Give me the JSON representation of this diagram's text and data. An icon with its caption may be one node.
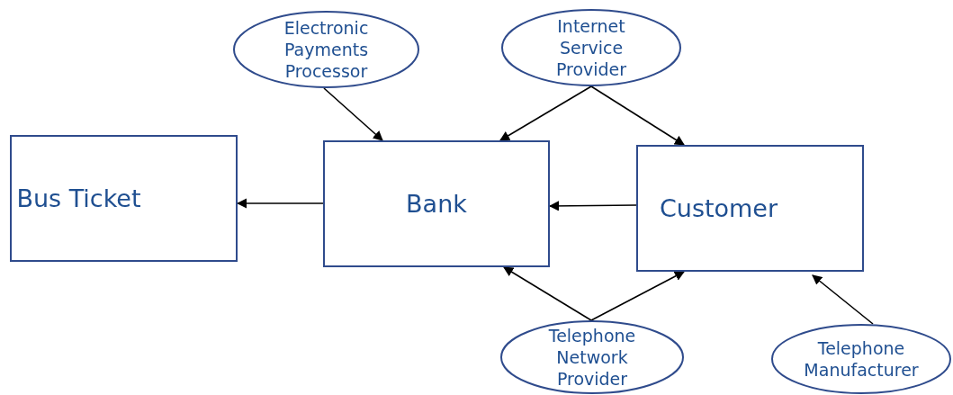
{
  "diagram": {
    "nodes": [
      {
        "text": [
          "Electronic Payments Processor"
        ]
      },
      {
        "text": [
          "Internet Service Provider"
        ]
      },
      {
        "text": [
          "Bus Ticket"
        ]
      },
      {
        "text": [
          "Bank"
        ]
      },
      {
        "text": [
          "Customer"
        ]
      },
      {
        "text": [
          "Telephone Network Provider"
        ]
      },
      {
        "text": [
          "Telephone Manufacturer"
        ]
      }
    ],
    "edges": [
      {
        "from": 0,
        "to": 3,
        "arrow": "to"
      },
      {
        "from": 1,
        "to": 3,
        "arrow": "to"
      },
      {
        "from": 1,
        "to": 4,
        "arrow": "to"
      },
      {
        "from": 3,
        "to": 2,
        "arrow": "to"
      },
      {
        "from": 4,
        "to": 3,
        "arrow": "to"
      },
      {
        "from": 5,
        "to": 3,
        "arrow": "to"
      },
      {
        "from": 5,
        "to": 4,
        "arrow": "to"
      },
      {
        "from": 6,
        "to": 4,
        "arrow": "to"
      }
    ]
  }
}
